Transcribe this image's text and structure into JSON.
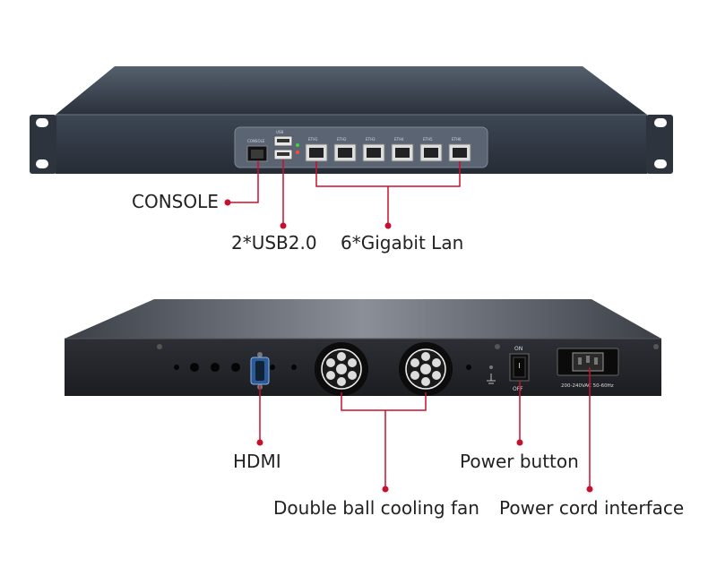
{
  "front_panel": {
    "callouts": {
      "console": "CONSOLE",
      "usb": "2*USB2.0",
      "lan": "6*Gigabit Lan"
    },
    "port_labels": [
      "CONSOLE",
      "USB",
      "ETH1",
      "ETH2",
      "ETH3",
      "ETH4",
      "ETH5",
      "ETH6"
    ]
  },
  "rear_panel": {
    "callouts": {
      "hdmi": "HDMI",
      "fan": "Double ball cooling fan",
      "power_button": "Power button",
      "power_cord": "Power cord interface"
    },
    "switch_labels": {
      "on": "ON",
      "off": "OFF"
    },
    "power_rating": "200-240VAC 50-60Hz"
  },
  "colors": {
    "callout_line": "#c8102e",
    "chassis": "#3a4250"
  }
}
